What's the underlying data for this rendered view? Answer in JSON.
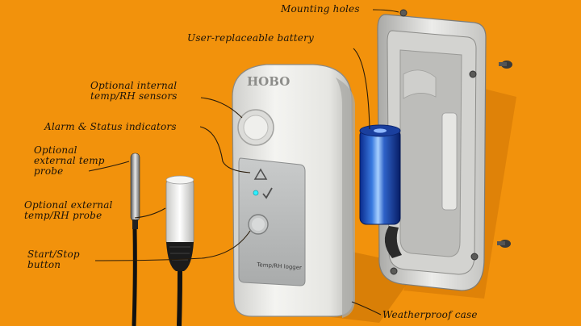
{
  "background_color": "#f2920c",
  "device": {
    "brand": "HOBO",
    "model_label": "Temp/RH logger"
  },
  "callouts": {
    "mounting_holes": "Mounting holes",
    "battery": "User-replaceable battery",
    "internal_sensors": "Optional internal\ntemp/RH sensors",
    "indicators": "Alarm & Status indicators",
    "ext_temp_probe": "Optional\nexternal temp\nprobe",
    "ext_rh_probe": "Optional external\ntemp/RH probe",
    "start_stop": "Start/Stop\nbutton",
    "case": "Weatherproof case"
  },
  "icons": {
    "alarm": "triangle-alarm-icon",
    "status": "checkmark-status-icon",
    "led": "green-led-icon"
  }
}
